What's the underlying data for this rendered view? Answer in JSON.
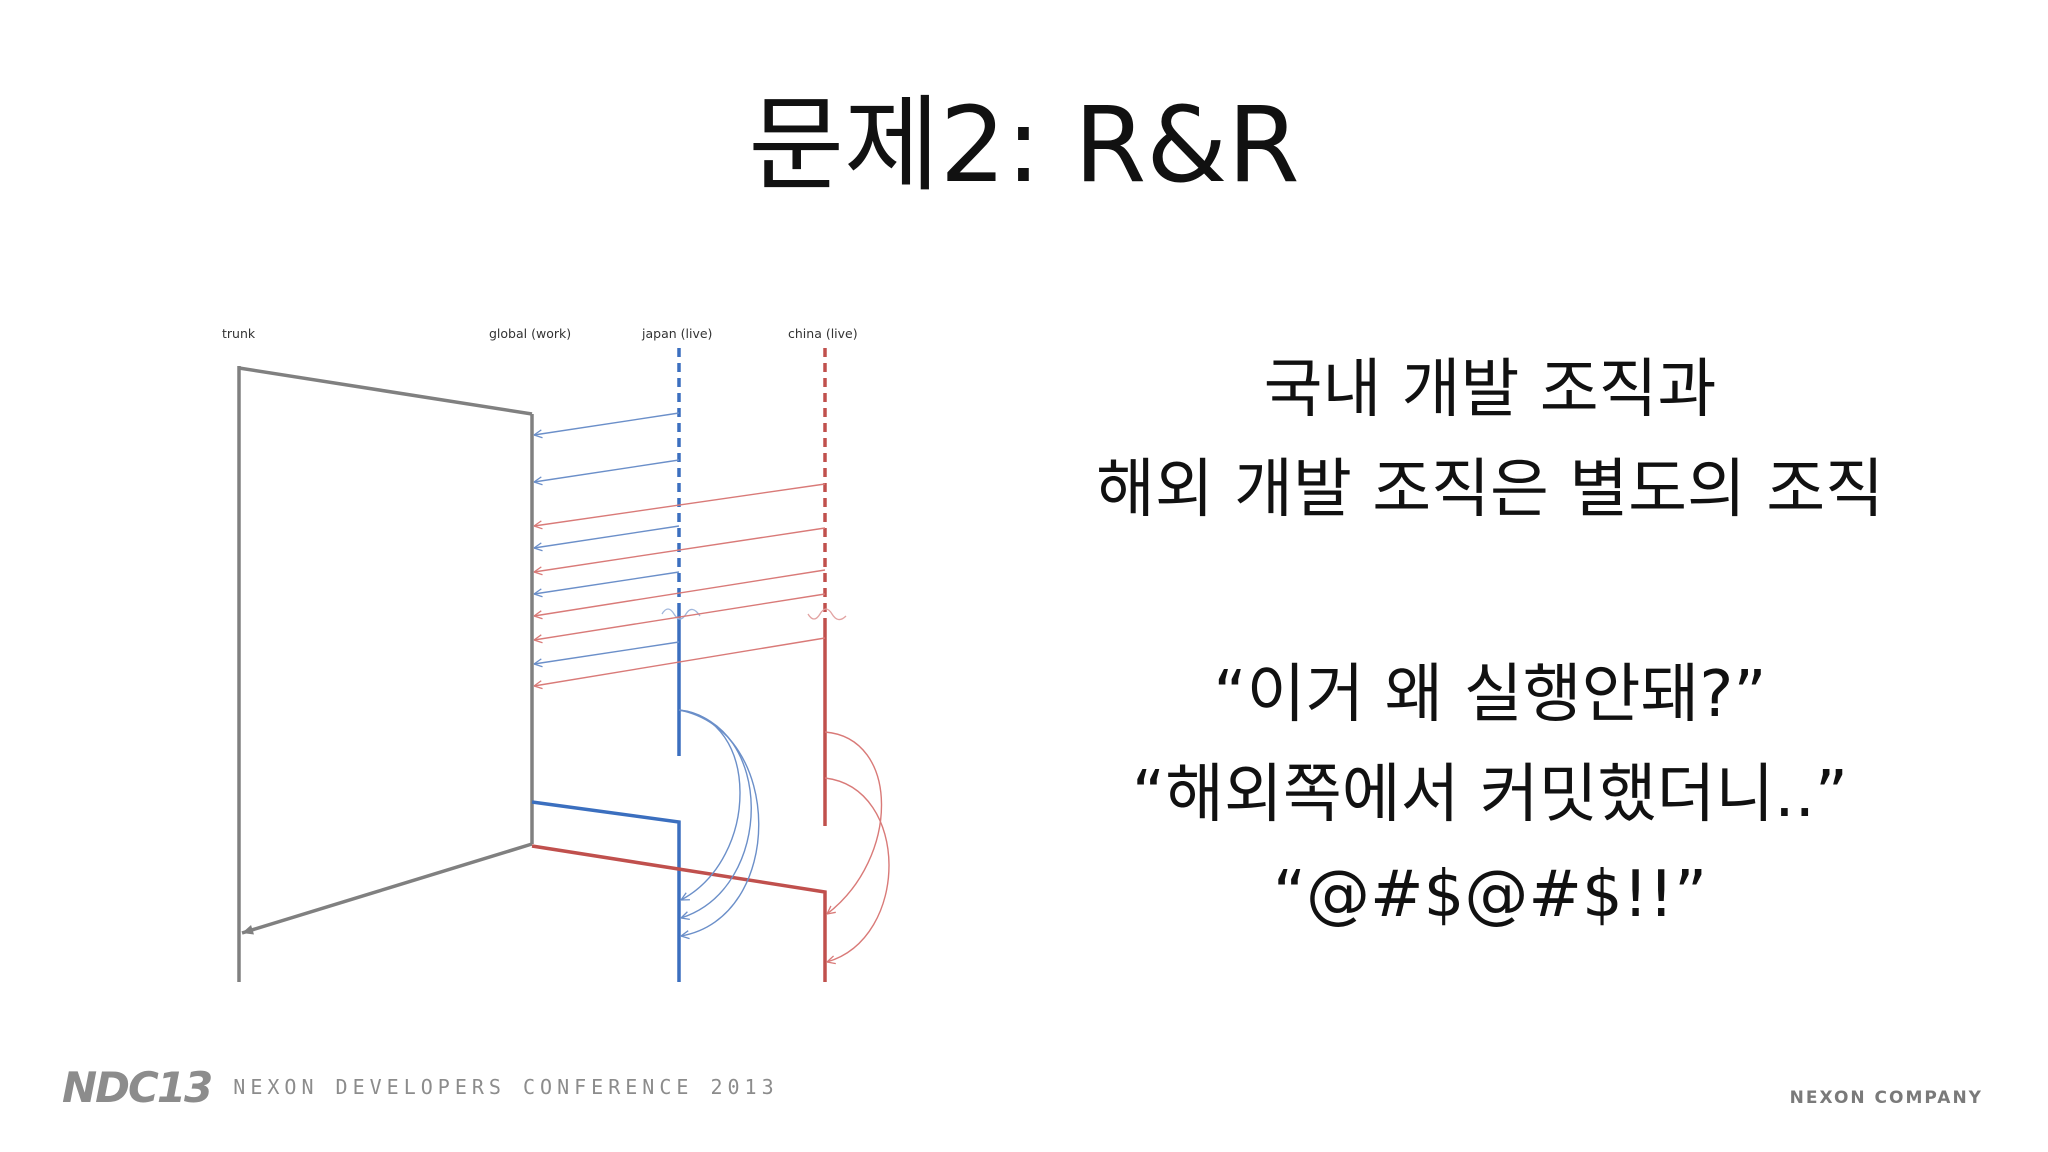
{
  "slide": {
    "title": "문제2: R&R"
  },
  "diagram": {
    "branches": [
      {
        "label": "trunk",
        "color": "#808080"
      },
      {
        "label": "global (work)",
        "color": "#808080"
      },
      {
        "label": "japan (live)",
        "color": "#3b6fbf"
      },
      {
        "label": "china (live)",
        "color": "#c0504d"
      }
    ]
  },
  "text": {
    "line1": "국내 개발 조직과",
    "line2": "해외 개발 조직은 별도의 조직",
    "quote1": "“이거 왜 실행안돼?”",
    "quote2": "“해외쪽에서 커밋했더니..”",
    "quote3": "“@#$@#$!!”"
  },
  "footer": {
    "logo": "NDC13",
    "conference": "NEXON DEVELOPERS CONFERENCE 2013",
    "company": "NEXON COMPANY"
  }
}
